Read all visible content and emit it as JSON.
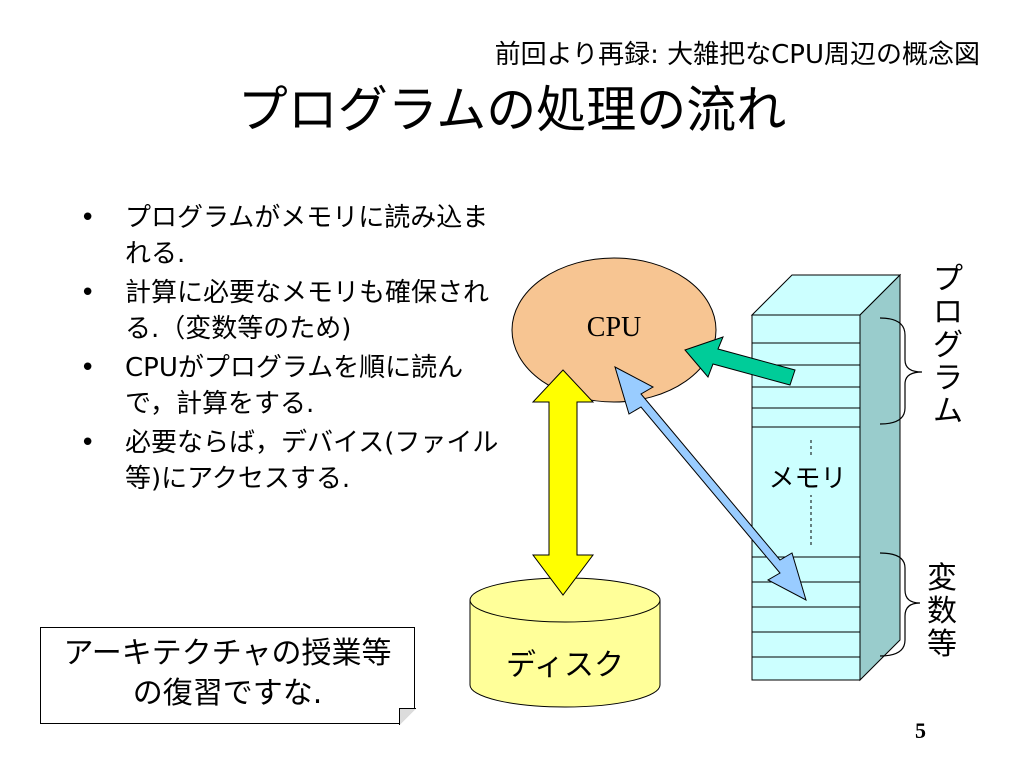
{
  "header": {
    "subtitle": "前回より再録: 大雑把なCPU周辺の概念図",
    "title": "プログラムの処理の流れ"
  },
  "bullets": [
    {
      "bullet": "•",
      "text": "プログラムがメモリに読み込まれる."
    },
    {
      "bullet": "•",
      "text": "計算に必要なメモリも確保される.（変数等のため)"
    },
    {
      "bullet": "•",
      "text": "CPUがプログラムを順に読んで，計算をする."
    },
    {
      "bullet": "•",
      "text": "必要ならば，デバイス(ファイル等)にアクセスする."
    }
  ],
  "note": {
    "line1": "アーキテクチャの授業等",
    "line2": "の復習ですな."
  },
  "diagram": {
    "cpu_label": "CPU",
    "disk_label": "ディスク",
    "memory_label": "メモリ",
    "program_label": "プ\nロ\nグ\nラ\nム",
    "variables_label": "変\n数\n等",
    "colors": {
      "cpu_fill": "#f7c592",
      "disk_fill": "#ffff99",
      "memory_front": "#ccffff",
      "memory_side": "#99cccc",
      "arrow_green": "#00cc99",
      "arrow_yellow": "#ffff00",
      "arrow_blue": "#99ccff"
    }
  },
  "page_number": "5"
}
